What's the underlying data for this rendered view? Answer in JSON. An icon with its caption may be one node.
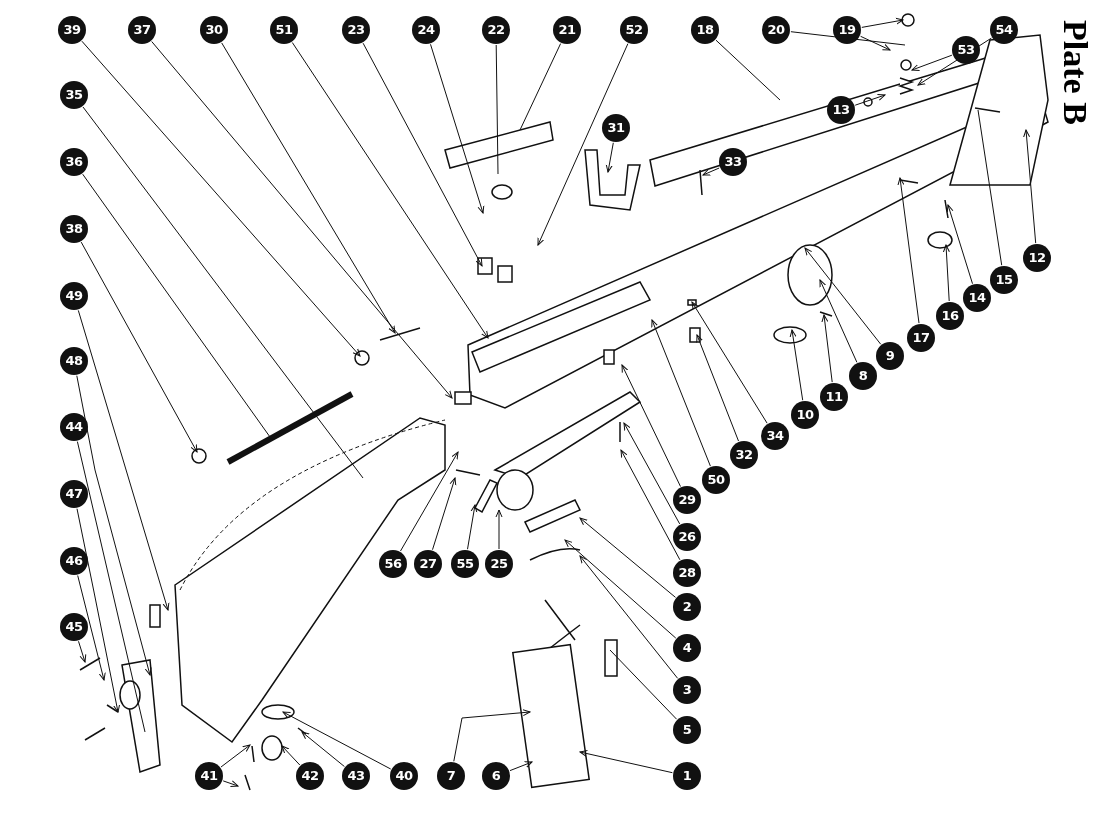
{
  "diagram": {
    "title": "Plate B",
    "nodes": [
      {
        "text": [
          "39"
        ]
      },
      {
        "text": [
          "37"
        ]
      },
      {
        "text": [
          "30"
        ]
      },
      {
        "text": [
          "51"
        ]
      },
      {
        "text": [
          "23"
        ]
      },
      {
        "text": [
          "24"
        ]
      },
      {
        "text": [
          "22"
        ]
      },
      {
        "text": [
          "21"
        ]
      },
      {
        "text": [
          "52"
        ]
      },
      {
        "text": [
          "18"
        ]
      },
      {
        "text": [
          "20"
        ]
      },
      {
        "text": [
          "19"
        ]
      },
      {
        "text": [
          "54"
        ]
      },
      {
        "text": [
          "53"
        ]
      },
      {
        "text": [
          "13"
        ]
      },
      {
        "text": [
          "31"
        ]
      },
      {
        "text": [
          "33"
        ]
      },
      {
        "text": [
          "35"
        ]
      },
      {
        "text": [
          "36"
        ]
      },
      {
        "text": [
          "38"
        ]
      },
      {
        "text": [
          "49"
        ]
      },
      {
        "text": [
          "48"
        ]
      },
      {
        "text": [
          "44"
        ]
      },
      {
        "text": [
          "47"
        ]
      },
      {
        "text": [
          "46"
        ]
      },
      {
        "text": [
          "45"
        ]
      },
      {
        "text": [
          "12"
        ]
      },
      {
        "text": [
          "15"
        ]
      },
      {
        "text": [
          "14"
        ]
      },
      {
        "text": [
          "16"
        ]
      },
      {
        "text": [
          "17"
        ]
      },
      {
        "text": [
          "9"
        ]
      },
      {
        "text": [
          "8"
        ]
      },
      {
        "text": [
          "11"
        ]
      },
      {
        "text": [
          "10"
        ]
      },
      {
        "text": [
          "34"
        ]
      },
      {
        "text": [
          "32"
        ]
      },
      {
        "text": [
          "50"
        ]
      },
      {
        "text": [
          "29"
        ]
      },
      {
        "text": [
          "26"
        ]
      },
      {
        "text": [
          "28"
        ]
      },
      {
        "text": [
          "2"
        ]
      },
      {
        "text": [
          "4"
        ]
      },
      {
        "text": [
          "3"
        ]
      },
      {
        "text": [
          "5"
        ]
      },
      {
        "text": [
          "1"
        ]
      },
      {
        "text": [
          "56"
        ]
      },
      {
        "text": [
          "27"
        ]
      },
      {
        "text": [
          "55"
        ]
      },
      {
        "text": [
          "25"
        ]
      },
      {
        "text": [
          "41"
        ]
      },
      {
        "text": [
          "42"
        ]
      },
      {
        "text": [
          "43"
        ]
      },
      {
        "text": [
          "40"
        ]
      },
      {
        "text": [
          "7"
        ]
      },
      {
        "text": [
          "6"
        ]
      }
    ],
    "edges": [
      {
        "from": 0,
        "to": null,
        "arrow": "to"
      },
      {
        "from": 1,
        "to": null,
        "arrow": "to"
      },
      {
        "from": 2,
        "to": null,
        "arrow": "to"
      },
      {
        "from": 3,
        "to": null,
        "arrow": "to"
      },
      {
        "from": 4,
        "to": null,
        "arrow": "to"
      },
      {
        "from": 5,
        "to": null,
        "arrow": "to"
      },
      {
        "from": 6,
        "to": null,
        "arrow": "none"
      },
      {
        "from": 7,
        "to": null,
        "arrow": "none"
      },
      {
        "from": 8,
        "to": null,
        "arrow": "to"
      },
      {
        "from": 9,
        "to": null,
        "arrow": "none"
      },
      {
        "from": 10,
        "to": null,
        "arrow": "none"
      },
      {
        "from": 11,
        "to": null,
        "arrow": "to"
      },
      {
        "from": 11,
        "to": null,
        "arrow": "to"
      },
      {
        "from": 12,
        "to": null,
        "arrow": "to"
      },
      {
        "from": 13,
        "to": null,
        "arrow": "to"
      },
      {
        "from": 14,
        "to": null,
        "arrow": "to"
      },
      {
        "from": 15,
        "to": null,
        "arrow": "to"
      },
      {
        "from": 16,
        "to": null,
        "arrow": "to"
      },
      {
        "from": 17,
        "to": null,
        "arrow": "none"
      },
      {
        "from": 18,
        "to": null,
        "arrow": "none"
      },
      {
        "from": 19,
        "to": null,
        "arrow": "to"
      },
      {
        "from": 20,
        "to": null,
        "arrow": "to"
      },
      {
        "from": 21,
        "to": null,
        "arrow": "to"
      },
      {
        "from": 22,
        "to": null,
        "arrow": "none"
      },
      {
        "from": 23,
        "to": null,
        "arrow": "to"
      },
      {
        "from": 24,
        "to": null,
        "arrow": "to"
      },
      {
        "from": 25,
        "to": null,
        "arrow": "to"
      },
      {
        "from": 26,
        "to": null,
        "arrow": "to"
      },
      {
        "from": 27,
        "to": null,
        "arrow": "none"
      },
      {
        "from": 28,
        "to": null,
        "arrow": "to"
      },
      {
        "from": 29,
        "to": null,
        "arrow": "to"
      },
      {
        "from": 30,
        "to": null,
        "arrow": "to"
      },
      {
        "from": 31,
        "to": null,
        "arrow": "to"
      },
      {
        "from": 32,
        "to": null,
        "arrow": "to"
      },
      {
        "from": 33,
        "to": null,
        "arrow": "to"
      },
      {
        "from": 34,
        "to": null,
        "arrow": "to"
      },
      {
        "from": 35,
        "to": null,
        "arrow": "to"
      },
      {
        "from": 36,
        "to": null,
        "arrow": "to"
      },
      {
        "from": 37,
        "to": null,
        "arrow": "to"
      },
      {
        "from": 38,
        "to": null,
        "arrow": "to"
      },
      {
        "from": 39,
        "to": null,
        "arrow": "to"
      },
      {
        "from": 40,
        "to": null,
        "arrow": "to"
      },
      {
        "from": 41,
        "to": null,
        "arrow": "to"
      },
      {
        "from": 42,
        "to": null,
        "arrow": "to"
      },
      {
        "from": 43,
        "to": null,
        "arrow": "to"
      },
      {
        "from": 44,
        "to": null,
        "arrow": "none"
      },
      {
        "from": 45,
        "to": null,
        "arrow": "to"
      },
      {
        "from": 46,
        "to": null,
        "arrow": "to"
      },
      {
        "from": 47,
        "to": null,
        "arrow": "to"
      },
      {
        "from": 48,
        "to": null,
        "arrow": "to"
      },
      {
        "from": 49,
        "to": null,
        "arrow": "to"
      },
      {
        "from": 50,
        "to": null,
        "arrow": "to"
      },
      {
        "from": 50,
        "to": null,
        "arrow": "to"
      },
      {
        "from": 51,
        "to": null,
        "arrow": "to"
      },
      {
        "from": 52,
        "to": null,
        "arrow": "to"
      },
      {
        "from": 53,
        "to": null,
        "arrow": "to"
      },
      {
        "from": 54,
        "to": null,
        "arrow": "to"
      },
      {
        "from": 55,
        "to": null,
        "arrow": "to"
      }
    ]
  }
}
